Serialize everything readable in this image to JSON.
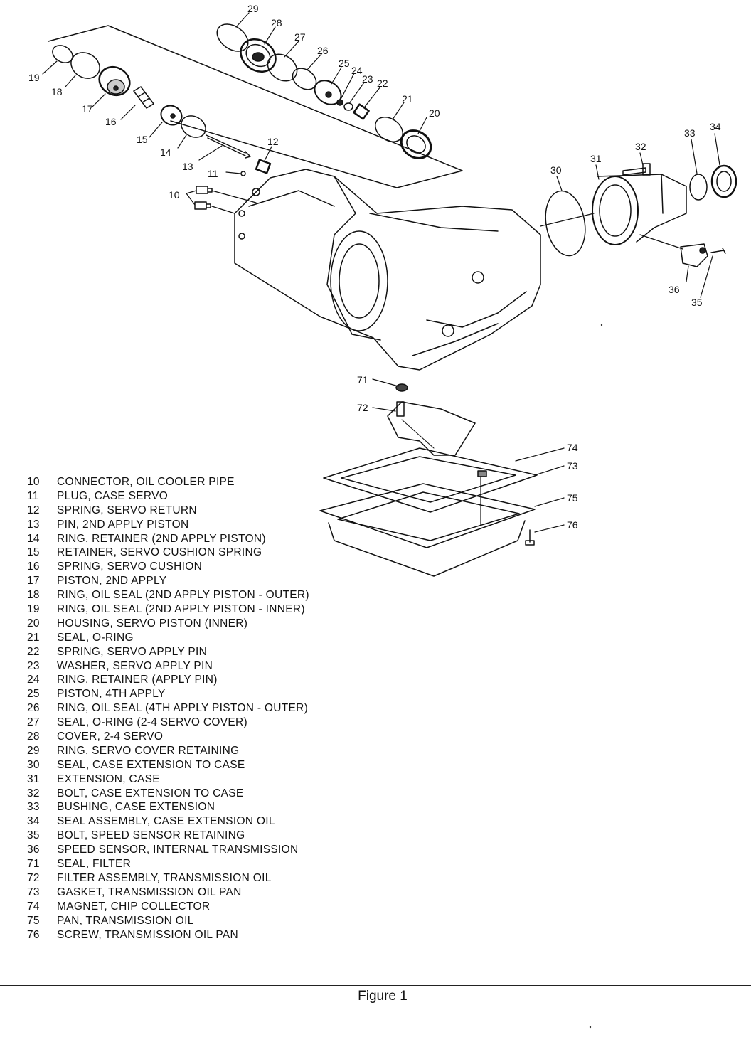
{
  "callouts": [
    "29",
    "28",
    "27",
    "26",
    "25",
    "24",
    "23",
    "22",
    "21",
    "20",
    "19",
    "18",
    "17",
    "16",
    "15",
    "14",
    "13",
    "12",
    "11",
    "10",
    "30",
    "31",
    "32",
    "33",
    "34",
    "36",
    "35",
    "71",
    "72",
    "74",
    "73",
    "75",
    "76"
  ],
  "legend": [
    {
      "num": "10",
      "desc": "CONNECTOR, OIL COOLER PIPE"
    },
    {
      "num": "11",
      "desc": "PLUG, CASE SERVO"
    },
    {
      "num": "12",
      "desc": "SPRING, SERVO RETURN"
    },
    {
      "num": "13",
      "desc": "PIN, 2ND APPLY PISTON"
    },
    {
      "num": "14",
      "desc": "RING, RETAINER (2ND APPLY PISTON)"
    },
    {
      "num": "15",
      "desc": "RETAINER, SERVO CUSHION SPRING"
    },
    {
      "num": "16",
      "desc": "SPRING, SERVO CUSHION"
    },
    {
      "num": "17",
      "desc": "PISTON, 2ND APPLY"
    },
    {
      "num": "18",
      "desc": "RING, OIL SEAL (2ND APPLY PISTON - OUTER)"
    },
    {
      "num": "19",
      "desc": "RING, OIL SEAL (2ND APPLY PISTON - INNER)"
    },
    {
      "num": "20",
      "desc": "HOUSING, SERVO PISTON (INNER)"
    },
    {
      "num": "21",
      "desc": "SEAL, O-RING"
    },
    {
      "num": "22",
      "desc": "SPRING, SERVO APPLY PIN"
    },
    {
      "num": "23",
      "desc": "WASHER, SERVO APPLY PIN"
    },
    {
      "num": "24",
      "desc": "RING, RETAINER (APPLY PIN)"
    },
    {
      "num": "25",
      "desc": "PISTON, 4TH APPLY"
    },
    {
      "num": "26",
      "desc": "RING, OIL SEAL (4TH APPLY PISTON - OUTER)"
    },
    {
      "num": "27",
      "desc": "SEAL, O-RING (2-4 SERVO COVER)"
    },
    {
      "num": "28",
      "desc": "COVER, 2-4 SERVO"
    },
    {
      "num": "29",
      "desc": "RING, SERVO COVER RETAINING"
    },
    {
      "num": "30",
      "desc": "SEAL, CASE EXTENSION TO CASE"
    },
    {
      "num": "31",
      "desc": "EXTENSION, CASE"
    },
    {
      "num": "32",
      "desc": "BOLT, CASE EXTENSION TO CASE"
    },
    {
      "num": "33",
      "desc": "BUSHING, CASE EXTENSION"
    },
    {
      "num": "34",
      "desc": "SEAL ASSEMBLY, CASE EXTENSION OIL"
    },
    {
      "num": "35",
      "desc": "BOLT, SPEED SENSOR RETAINING"
    },
    {
      "num": "36",
      "desc": "SPEED SENSOR, INTERNAL TRANSMISSION"
    },
    {
      "num": "71",
      "desc": "SEAL, FILTER"
    },
    {
      "num": "72",
      "desc": "FILTER ASSEMBLY, TRANSMISSION OIL"
    },
    {
      "num": "73",
      "desc": "GASKET, TRANSMISSION OIL PAN"
    },
    {
      "num": "74",
      "desc": "MAGNET, CHIP COLLECTOR"
    },
    {
      "num": "75",
      "desc": "PAN, TRANSMISSION OIL"
    },
    {
      "num": "76",
      "desc": "SCREW, TRANSMISSION OIL PAN"
    }
  ],
  "figure_caption": "Figure 1"
}
